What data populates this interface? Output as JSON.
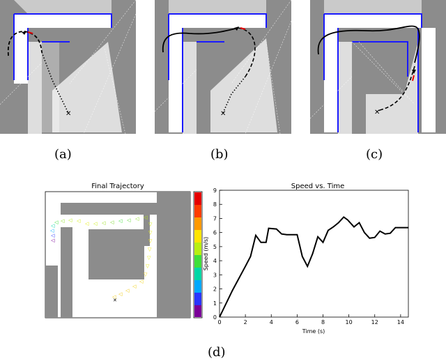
{
  "captions": {
    "a": "(a)",
    "b": "(b)",
    "c": "(c)",
    "d": "(d)"
  },
  "trajectory_panel": {
    "title": "Final Trajectory"
  },
  "colorbar": {
    "colors": [
      "#7b0099",
      "#2a36ff",
      "#00a8ff",
      "#00d7a6",
      "#3ee03a",
      "#b8ef12",
      "#ffe500",
      "#ff9900",
      "#ff3c00",
      "#e60000"
    ]
  },
  "chart_data": {
    "type": "line",
    "title": "Speed vs. Time",
    "xlabel": "Time (s)",
    "ylabel": "Speed (m/s)",
    "xlim": [
      0,
      14.6
    ],
    "ylim": [
      0,
      9
    ],
    "xticks": [
      0,
      2,
      4,
      6,
      8,
      10,
      12,
      14
    ],
    "yticks": [
      0,
      1,
      2,
      3,
      4,
      5,
      6,
      7,
      8,
      9
    ],
    "x": [
      0,
      1.0,
      2.0,
      2.4,
      2.8,
      3.2,
      3.6,
      3.8,
      4.4,
      4.8,
      5.2,
      6.0,
      6.4,
      6.8,
      7.2,
      7.6,
      8.0,
      8.4,
      8.8,
      9.2,
      9.6,
      9.9,
      10.4,
      10.8,
      11.2,
      11.6,
      12.0,
      12.4,
      12.8,
      13.2,
      13.6,
      14.0,
      14.6
    ],
    "y": [
      0,
      1.9,
      3.6,
      4.3,
      5.8,
      5.3,
      5.3,
      6.3,
      6.25,
      5.9,
      5.85,
      5.85,
      4.3,
      3.6,
      4.5,
      5.7,
      5.3,
      6.15,
      6.4,
      6.7,
      7.1,
      6.9,
      6.4,
      6.7,
      6.0,
      5.6,
      5.65,
      6.1,
      5.9,
      5.95,
      6.35,
      6.35,
      6.35
    ],
    "grid": false,
    "legend": "none"
  }
}
